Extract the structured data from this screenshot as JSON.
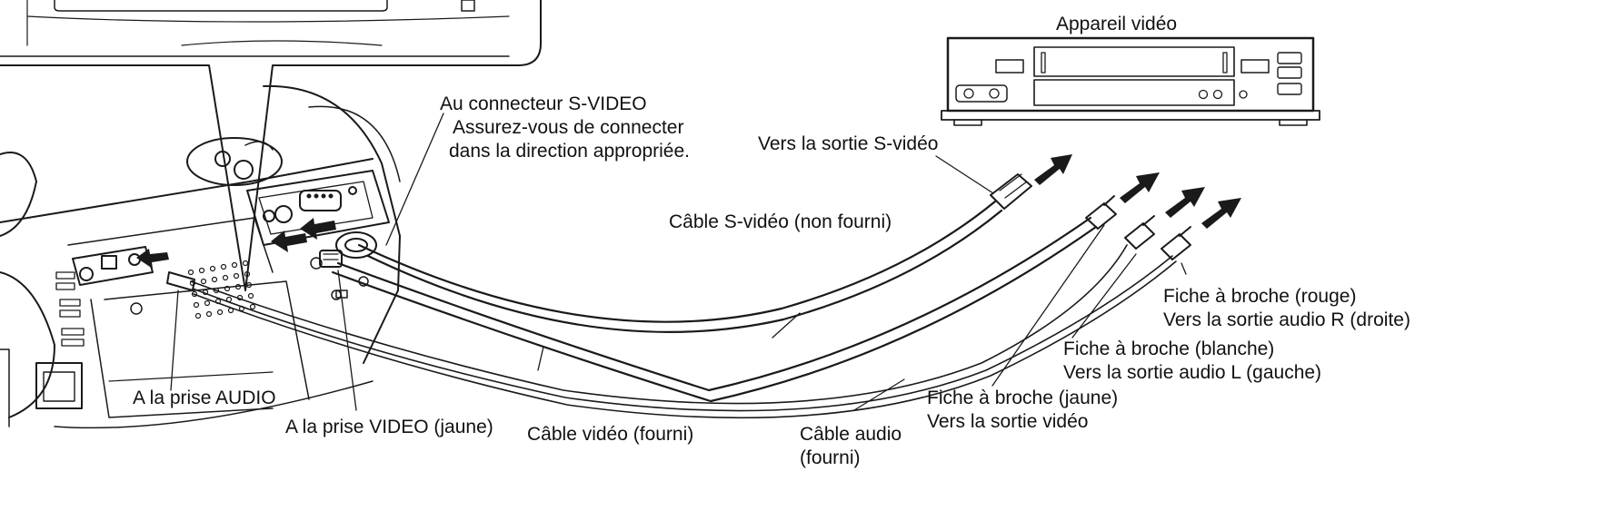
{
  "device_title": "Appareil vidéo",
  "svideo_connector": {
    "line1": "Au connecteur S-VIDEO",
    "line2": "Assurez-vous de connecter",
    "line3": "dans la direction appropriée."
  },
  "to_svideo_out": "Vers la sortie S-vidéo",
  "svideo_cable": "Câble S-vidéo (non fourni)",
  "red_plug": {
    "line1": "Fiche à broche (rouge)",
    "line2": "Vers la sortie audio R (droite)"
  },
  "white_plug": {
    "line1": "Fiche à broche (blanche)",
    "line2": "Vers la sortie audio L (gauche)"
  },
  "yellow_plug": {
    "line1": "Fiche à broche (jaune)",
    "line2": "Vers la sortie vidéo"
  },
  "audio_jack": "A la prise AUDIO",
  "video_jack": "A la prise VIDEO (jaune)",
  "video_cable": "Câble vidéo (fourni)",
  "audio_cable": {
    "line1": "Câble audio",
    "line2": "(fourni)"
  },
  "colors": {
    "line": "#1a1a1a",
    "background": "#ffffff"
  }
}
